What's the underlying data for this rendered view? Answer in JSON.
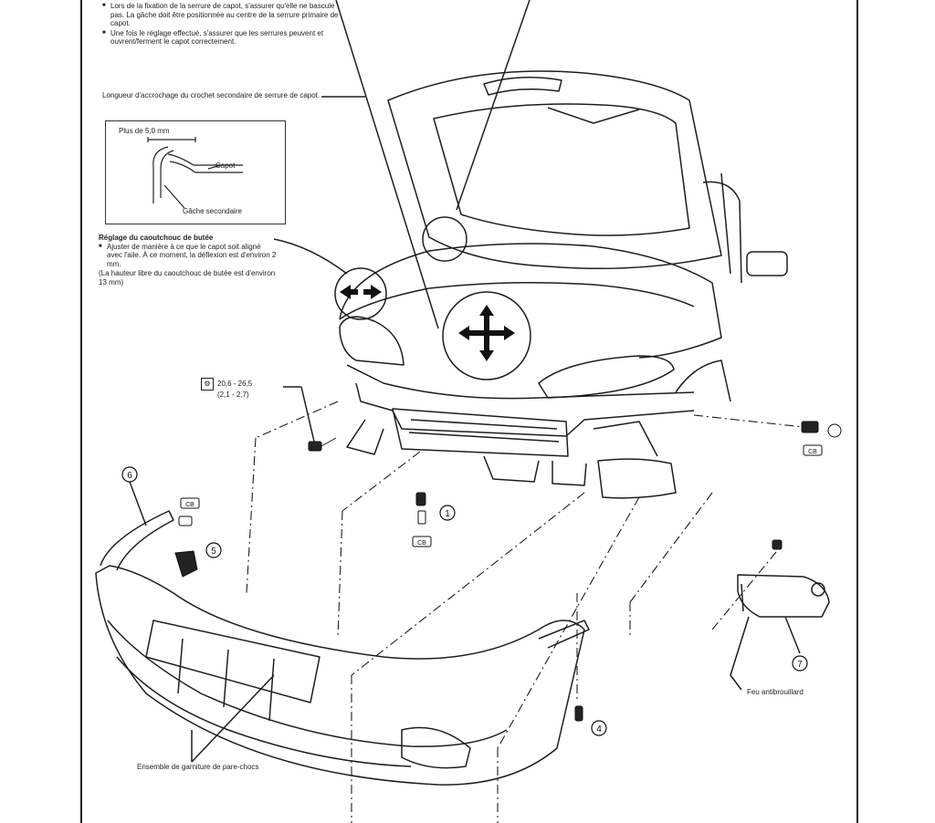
{
  "top_notes": [
    "Lors de la fixation de la serrure de capot, s'assurer qu'elle ne bascule pas. La gâche doit être positionnée au centre de la serrure primaire de capot.",
    "Une fois le réglage effectué, s'assurer que les serrures peuvent et ouvrent/ferment le capot correctement."
  ],
  "hook_caption": "Longueur d'accrochage du crochet secondaire de serrure de capot.",
  "inset": {
    "dimension_label": "Plus de 5,0 mm",
    "hood_label": "Capot",
    "latch_label": "Gâche secondaire"
  },
  "bumper_adjust": {
    "title": "Réglage du caoutchouc de butée",
    "bullet": "Ajuster de manière à ce que le capot soit aligné avec l'aile. À ce moment, la déflexion est d'environ 2 mm.",
    "note": "(La hauteur libre du caoutchouc de butée est d'environ 13 mm)"
  },
  "torque": {
    "value_nm": "20,6 - 26,5",
    "value_kgm": "(2,1 - 2,7)"
  },
  "part_numbers": [
    "1",
    "4",
    "5",
    "6",
    "7"
  ],
  "clip_tag": "CB",
  "labels": {
    "fog_lamp": "Feu antibrouillard",
    "bumper_assembly": "Ensemble de garniture de pare-chocs"
  }
}
